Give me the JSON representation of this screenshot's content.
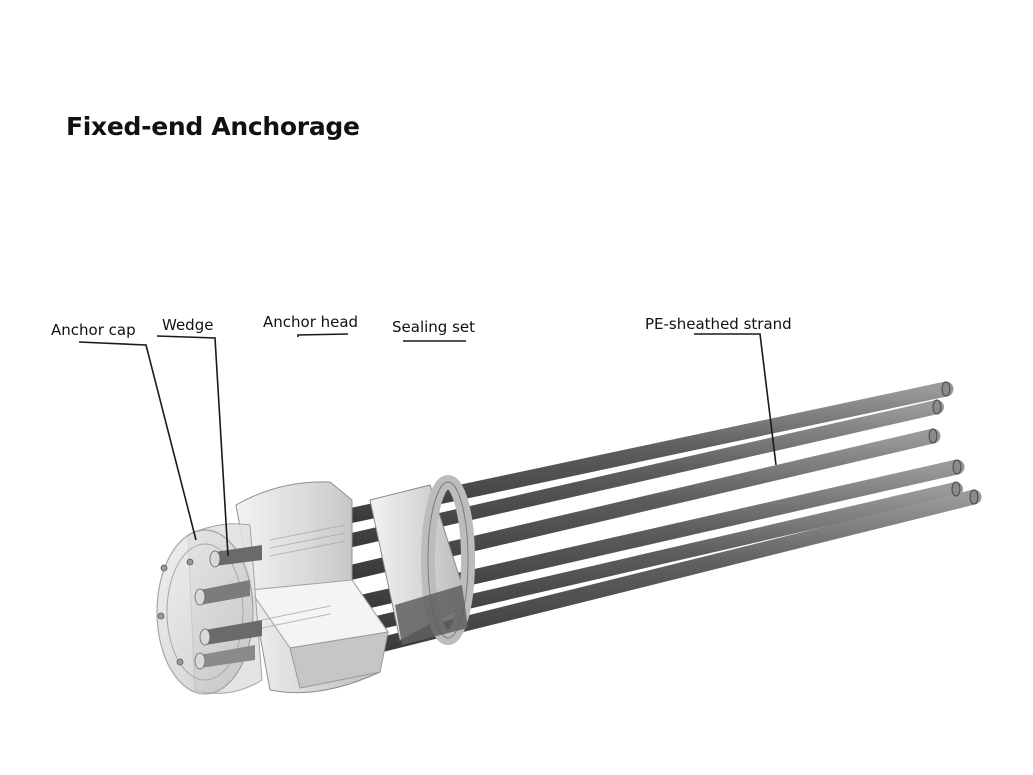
{
  "title": "Fixed-end Anchorage",
  "labels": {
    "anchor_cap": "Anchor cap",
    "wedge": "Wedge",
    "anchor_head": "Anchor head",
    "sealing_set": "Sealing set",
    "strand": "PE-sheathed strand"
  },
  "colors": {
    "strand": "#5a5a5a",
    "metal": "#d4d4d4",
    "cap": "#cfcfcf"
  }
}
